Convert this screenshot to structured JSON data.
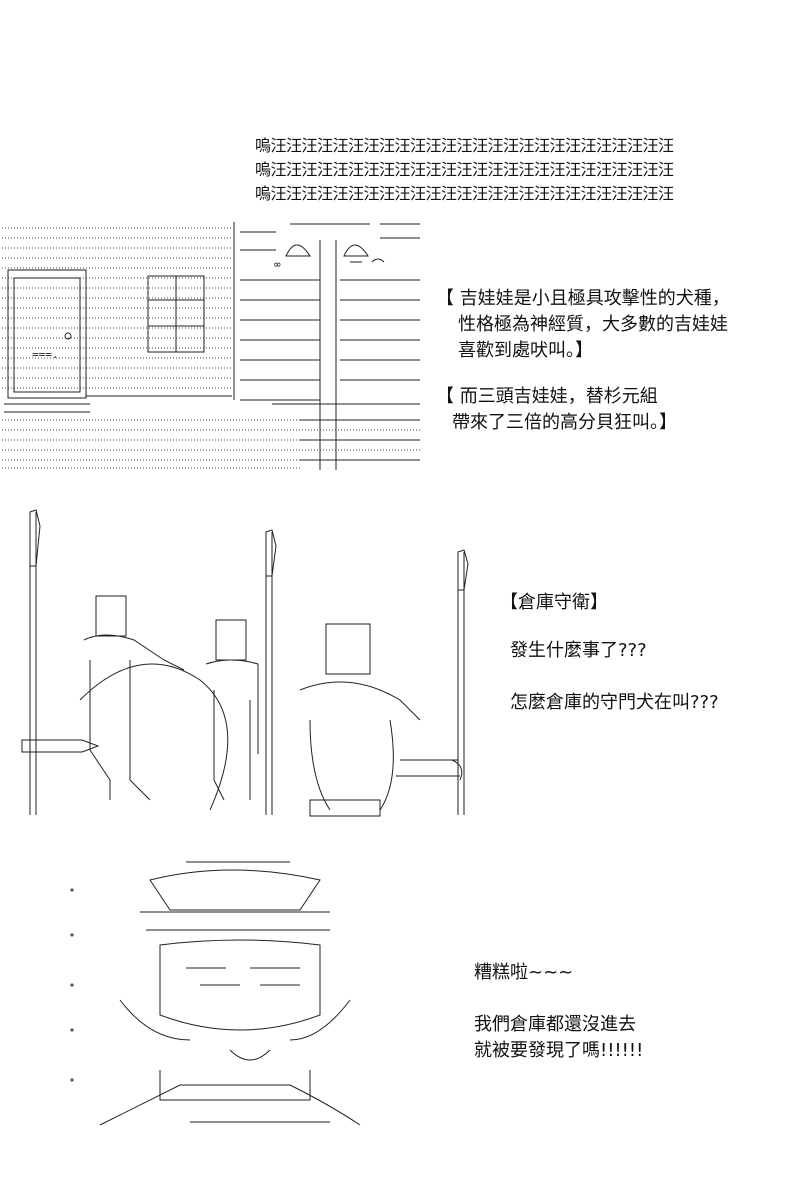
{
  "howl_lines": [
    "嗚汪汪汪汪汪汪汪汪汪汪汪汪汪汪汪汪汪汪汪汪汪汪汪汪汪汪",
    "嗚汪汪汪汪汪汪汪汪汪汪汪汪汪汪汪汪汪汪汪汪汪汪汪汪汪汪",
    "嗚汪汪汪汪汪汪汪汪汪汪汪汪汪汪汪汪汪汪汪汪汪汪汪汪汪汪"
  ],
  "narration1": [
    "【 吉娃娃是小且極具攻擊性的犬種，",
    "性格極為神經質，大多數的吉娃娃",
    "喜歡到處吠叫。】"
  ],
  "narration2": [
    "【 而三頭吉娃娃，替杉元組",
    "帶來了三倍的高分貝狂叫。】"
  ],
  "guard": {
    "speaker": "【倉庫守衛】",
    "line1": "發生什麼事了???",
    "line2": "怎麼倉庫的守門犬在叫???"
  },
  "reaction": {
    "line1": "糟糕啦~~~",
    "line2": "我們倉庫都還沒進去",
    "line3": "就被要發現了嗎!!!!!!"
  },
  "art_text": {
    "door_mark": "===.",
    "doghouse_mark": "∞"
  }
}
